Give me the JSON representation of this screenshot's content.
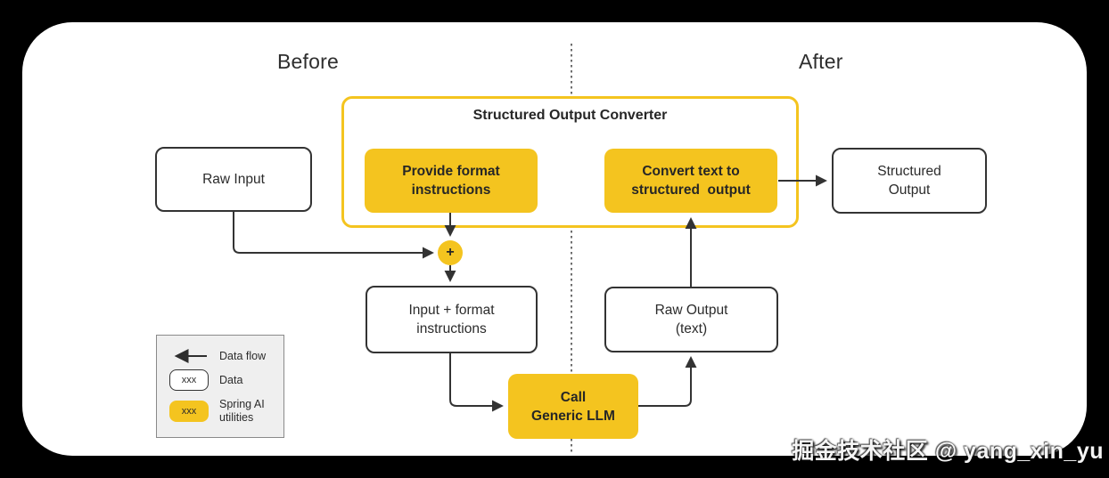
{
  "labels": {
    "before": "Before",
    "after": "After"
  },
  "converter": {
    "title": "Structured Output Converter"
  },
  "nodes": {
    "raw_input": {
      "line1": "Raw Input"
    },
    "provide_format": {
      "line1": "Provide format",
      "line2": "instructions"
    },
    "convert_text": {
      "line1": "Convert text to",
      "line2": "structured  output"
    },
    "structured_output": {
      "line1": "Structured",
      "line2": "Output"
    },
    "plus": {
      "symbol": "+"
    },
    "input_format": {
      "line1": "Input + format",
      "line2": "instructions"
    },
    "raw_output": {
      "line1": "Raw Output",
      "line2": "(text)"
    },
    "call_llm": {
      "line1": "Call",
      "line2": "Generic LLM"
    }
  },
  "legend": {
    "items": [
      {
        "type": "arrow",
        "label": "Data flow"
      },
      {
        "type": "data-box",
        "box_text": "xxx",
        "label": "Data"
      },
      {
        "type": "utility-box",
        "box_text": "xxx",
        "label_line1": "Spring AI",
        "label_line2": "utilities"
      }
    ]
  },
  "watermark": "掘金技术社区 @ yang_xin_yu",
  "colors": {
    "accent_yellow": "#F4C41F",
    "line_dark": "#333333",
    "text": "#262626",
    "canvas": "#FFFFFF",
    "page_bg": "#000000",
    "legend_bg": "#EFEFEF"
  }
}
